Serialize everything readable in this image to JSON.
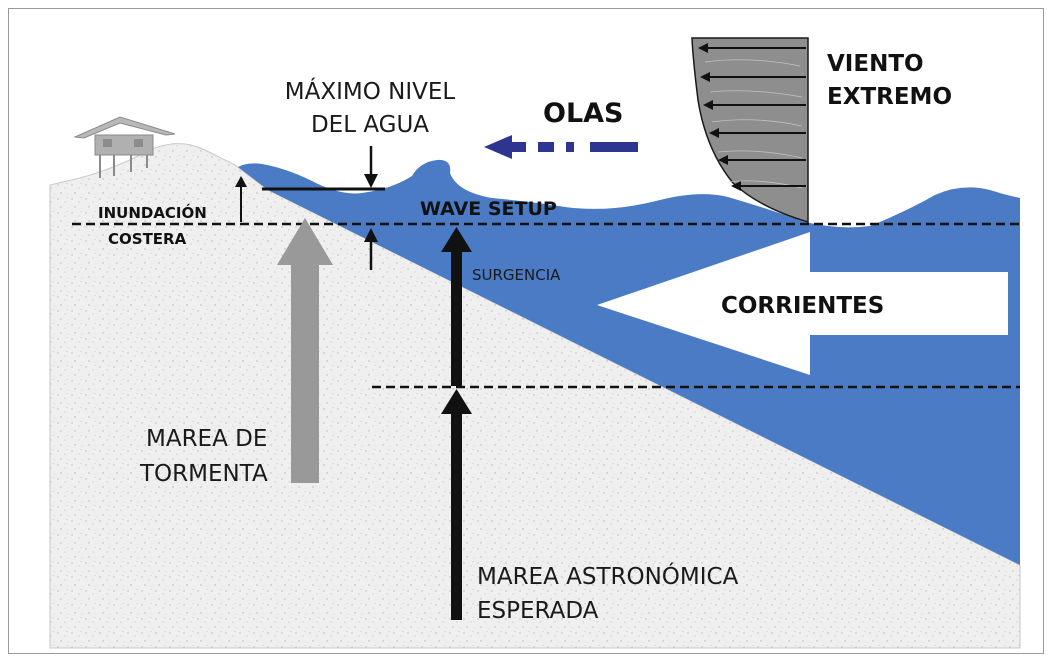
{
  "labels": {
    "max_water_level_line1": "MÁXIMO NIVEL",
    "max_water_level_line2": "DEL AGUA",
    "waves": "OLAS",
    "extreme_wind_line1": "VIENTO",
    "extreme_wind_line2": "EXTREMO",
    "coastal_flooding_line1": "INUNDACIÓN",
    "coastal_flooding_line2": "COSTERA",
    "wave_setup": "WAVE SETUP",
    "surge": "SURGENCIA",
    "currents": "CORRIENTES",
    "storm_tide_line1": "MAREA DE",
    "storm_tide_line2": "TORMENTA",
    "astronomical_tide_line1": "MAREA ASTRONÓMICA",
    "astronomical_tide_line2": "ESPERADA"
  },
  "colors": {
    "water": "#4a7bc4",
    "land": "#efefef",
    "storm_tide_arrow": "#999999",
    "waves_arrow": "#2e3591",
    "wind_panel": "#8e8e8e"
  }
}
